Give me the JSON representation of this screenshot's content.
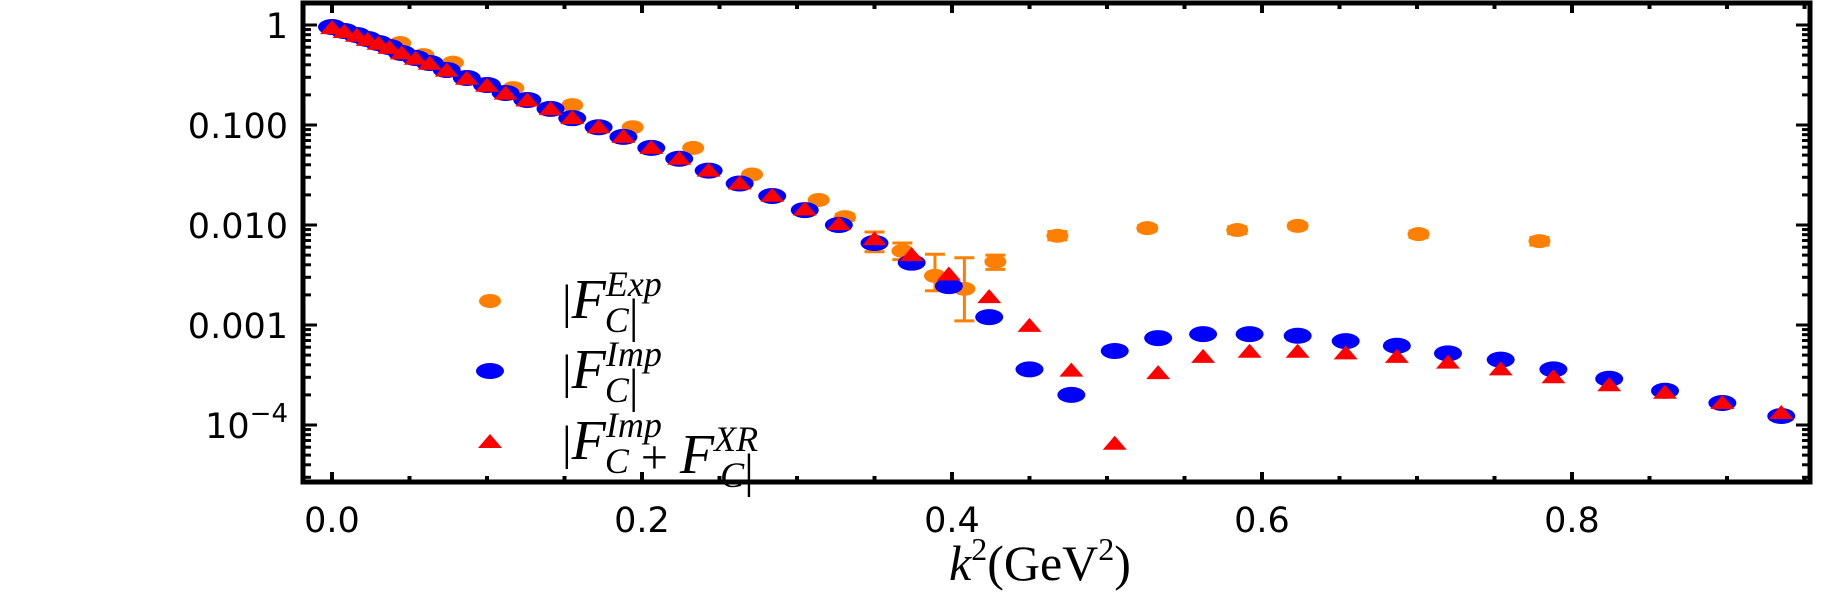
{
  "chart_data": {
    "type": "scatter",
    "title": "",
    "xlabel": "k²(GeV²)",
    "xlabel_parts": [
      {
        "text": "k",
        "italic": true
      },
      {
        "text": "2",
        "sup": true
      },
      {
        "text": "(GeV"
      },
      {
        "text": "2",
        "sup": true
      },
      {
        "text": ")"
      }
    ],
    "ylabel": "",
    "xlim": [
      -0.02,
      0.95
    ],
    "ylim": [
      2.69e-05,
      1.7
    ],
    "yscale": "log",
    "grid": false,
    "legend_position": "lower-left",
    "x_ticks": [
      {
        "value": 0.0,
        "label": "0.0"
      },
      {
        "value": 0.2,
        "label": "0.2"
      },
      {
        "value": 0.4,
        "label": "0.4"
      },
      {
        "value": 0.6,
        "label": "0.6"
      },
      {
        "value": 0.8,
        "label": "0.8"
      }
    ],
    "y_ticks": [
      {
        "value": 1,
        "label": "1"
      },
      {
        "value": 0.1,
        "label": "0.100"
      },
      {
        "value": 0.01,
        "label": "0.010"
      },
      {
        "value": 0.001,
        "label": "0.001"
      },
      {
        "value": 0.0001,
        "label": "10",
        "sup": "−4"
      }
    ],
    "series": [
      {
        "name": "|F_C^Exp|",
        "label_parts": {
          "terms": [
            {
              "base": "F",
              "sub": "C",
              "sup": "Exp"
            }
          ]
        },
        "color": "#ff8000",
        "marker": "ellipse-small",
        "points": [
          {
            "x": 0.044,
            "y": 0.66
          },
          {
            "x": 0.059,
            "y": 0.5
          },
          {
            "x": 0.078,
            "y": 0.42
          },
          {
            "x": 0.117,
            "y": 0.234
          },
          {
            "x": 0.155,
            "y": 0.158
          },
          {
            "x": 0.194,
            "y": 0.095
          },
          {
            "x": 0.233,
            "y": 0.059
          },
          {
            "x": 0.271,
            "y": 0.032
          },
          {
            "x": 0.314,
            "y": 0.0178
          },
          {
            "x": 0.331,
            "y": 0.012,
            "err": [
              0.0112,
              0.0128
            ]
          },
          {
            "x": 0.35,
            "y": 0.0068,
            "err": [
              0.0054,
              0.0085
            ]
          },
          {
            "x": 0.368,
            "y": 0.0055,
            "err": [
              0.0045,
              0.0066
            ]
          },
          {
            "x": 0.389,
            "y": 0.0031,
            "err": [
              0.0022,
              0.0051
            ]
          },
          {
            "x": 0.408,
            "y": 0.0023,
            "err": [
              0.0011,
              0.0047
            ]
          },
          {
            "x": 0.428,
            "y": 0.0043,
            "err": [
              0.0036,
              0.005
            ]
          },
          {
            "x": 0.468,
            "y": 0.0078,
            "err": [
              0.0071,
              0.0086
            ]
          },
          {
            "x": 0.526,
            "y": 0.0093,
            "err": [
              0.0087,
              0.0099
            ]
          },
          {
            "x": 0.584,
            "y": 0.0089,
            "err": [
              0.0082,
              0.0096
            ]
          },
          {
            "x": 0.623,
            "y": 0.0098,
            "err": [
              0.0092,
              0.0104
            ]
          },
          {
            "x": 0.701,
            "y": 0.0081,
            "err": [
              0.0075,
              0.0087
            ]
          },
          {
            "x": 0.779,
            "y": 0.0069,
            "err": [
              0.0063,
              0.0075
            ]
          }
        ]
      },
      {
        "name": "|F_C^Imp|",
        "label_parts": {
          "terms": [
            {
              "base": "F",
              "sub": "C",
              "sup": "Imp"
            }
          ]
        },
        "color": "#0000ff",
        "marker": "ellipse",
        "points": [
          {
            "x": 0.0,
            "y": 0.955
          },
          {
            "x": 0.008,
            "y": 0.871
          },
          {
            "x": 0.016,
            "y": 0.794
          },
          {
            "x": 0.023,
            "y": 0.724
          },
          {
            "x": 0.03,
            "y": 0.661
          },
          {
            "x": 0.037,
            "y": 0.603
          },
          {
            "x": 0.045,
            "y": 0.525
          },
          {
            "x": 0.054,
            "y": 0.468
          },
          {
            "x": 0.063,
            "y": 0.417
          },
          {
            "x": 0.074,
            "y": 0.355
          },
          {
            "x": 0.087,
            "y": 0.295
          },
          {
            "x": 0.1,
            "y": 0.251
          },
          {
            "x": 0.112,
            "y": 0.209
          },
          {
            "x": 0.126,
            "y": 0.178
          },
          {
            "x": 0.141,
            "y": 0.145
          },
          {
            "x": 0.155,
            "y": 0.117
          },
          {
            "x": 0.172,
            "y": 0.095
          },
          {
            "x": 0.188,
            "y": 0.076
          },
          {
            "x": 0.206,
            "y": 0.059
          },
          {
            "x": 0.224,
            "y": 0.046
          },
          {
            "x": 0.243,
            "y": 0.035
          },
          {
            "x": 0.263,
            "y": 0.026
          },
          {
            "x": 0.284,
            "y": 0.0195
          },
          {
            "x": 0.305,
            "y": 0.0141
          },
          {
            "x": 0.327,
            "y": 0.01
          },
          {
            "x": 0.35,
            "y": 0.0066
          },
          {
            "x": 0.374,
            "y": 0.0042
          },
          {
            "x": 0.398,
            "y": 0.00245
          },
          {
            "x": 0.424,
            "y": 0.0012
          },
          {
            "x": 0.45,
            "y": 0.00036
          },
          {
            "x": 0.477,
            "y": 0.0002
          },
          {
            "x": 0.505,
            "y": 0.00055
          },
          {
            "x": 0.533,
            "y": 0.00074
          },
          {
            "x": 0.562,
            "y": 0.00081
          },
          {
            "x": 0.592,
            "y": 0.00081
          },
          {
            "x": 0.623,
            "y": 0.00078
          },
          {
            "x": 0.654,
            "y": 0.00069
          },
          {
            "x": 0.687,
            "y": 0.00062
          },
          {
            "x": 0.72,
            "y": 0.00052
          },
          {
            "x": 0.754,
            "y": 0.00045
          },
          {
            "x": 0.788,
            "y": 0.00036
          },
          {
            "x": 0.824,
            "y": 0.00029
          },
          {
            "x": 0.86,
            "y": 0.00022
          },
          {
            "x": 0.897,
            "y": 0.000166
          },
          {
            "x": 0.935,
            "y": 0.000123
          }
        ]
      },
      {
        "name": "|F_C^Imp + F_C^XR|",
        "label_parts": {
          "terms": [
            {
              "base": "F",
              "sub": "C",
              "sup": "Imp"
            },
            {
              "base": "F",
              "sub": "C",
              "sup": "XR"
            }
          ],
          "joiner": "+"
        },
        "color": "#ff0000",
        "marker": "triangle",
        "points": [
          {
            "x": 0.0,
            "y": 0.93
          },
          {
            "x": 0.008,
            "y": 0.85
          },
          {
            "x": 0.016,
            "y": 0.78
          },
          {
            "x": 0.023,
            "y": 0.71
          },
          {
            "x": 0.03,
            "y": 0.65
          },
          {
            "x": 0.037,
            "y": 0.59
          },
          {
            "x": 0.045,
            "y": 0.52
          },
          {
            "x": 0.054,
            "y": 0.46
          },
          {
            "x": 0.063,
            "y": 0.41
          },
          {
            "x": 0.074,
            "y": 0.35
          },
          {
            "x": 0.087,
            "y": 0.29
          },
          {
            "x": 0.1,
            "y": 0.247
          },
          {
            "x": 0.112,
            "y": 0.206
          },
          {
            "x": 0.126,
            "y": 0.176
          },
          {
            "x": 0.141,
            "y": 0.144
          },
          {
            "x": 0.155,
            "y": 0.117
          },
          {
            "x": 0.172,
            "y": 0.095
          },
          {
            "x": 0.188,
            "y": 0.076
          },
          {
            "x": 0.206,
            "y": 0.059
          },
          {
            "x": 0.224,
            "y": 0.046
          },
          {
            "x": 0.243,
            "y": 0.035
          },
          {
            "x": 0.263,
            "y": 0.026
          },
          {
            "x": 0.284,
            "y": 0.0196
          },
          {
            "x": 0.305,
            "y": 0.0143
          },
          {
            "x": 0.327,
            "y": 0.0102
          },
          {
            "x": 0.35,
            "y": 0.0072
          },
          {
            "x": 0.374,
            "y": 0.005
          },
          {
            "x": 0.398,
            "y": 0.0032
          },
          {
            "x": 0.424,
            "y": 0.0019
          },
          {
            "x": 0.45,
            "y": 0.00098
          },
          {
            "x": 0.477,
            "y": 0.00035
          },
          {
            "x": 0.505,
            "y": 6.5e-05
          },
          {
            "x": 0.533,
            "y": 0.00033
          },
          {
            "x": 0.562,
            "y": 0.00048
          },
          {
            "x": 0.592,
            "y": 0.00054
          },
          {
            "x": 0.623,
            "y": 0.00054
          },
          {
            "x": 0.654,
            "y": 0.00052
          },
          {
            "x": 0.687,
            "y": 0.00048
          },
          {
            "x": 0.72,
            "y": 0.00042
          },
          {
            "x": 0.754,
            "y": 0.00036
          },
          {
            "x": 0.788,
            "y": 0.0003
          },
          {
            "x": 0.824,
            "y": 0.00025
          },
          {
            "x": 0.86,
            "y": 0.00021
          },
          {
            "x": 0.897,
            "y": 0.000166
          },
          {
            "x": 0.935,
            "y": 0.000132
          }
        ]
      }
    ]
  }
}
